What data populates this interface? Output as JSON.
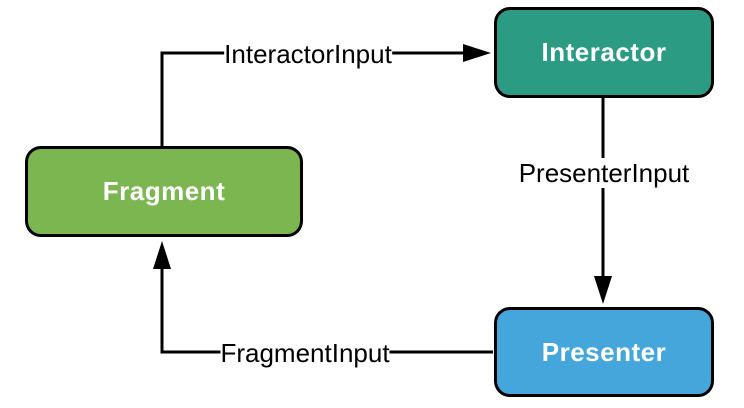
{
  "diagram": {
    "nodes": {
      "fragment": {
        "label": "Fragment",
        "fill": "#7CB650",
        "text_color": "#FFFFFF"
      },
      "interactor": {
        "label": "Interactor",
        "fill": "#2B9B84",
        "text_color": "#FFFFFF"
      },
      "presenter": {
        "label": "Presenter",
        "fill": "#45A6DC",
        "text_color": "#FFFFFF"
      }
    },
    "edges": {
      "fragment_to_interactor": {
        "from": "Fragment",
        "to": "Interactor",
        "label": "InteractorInput"
      },
      "interactor_to_presenter": {
        "from": "Interactor",
        "to": "Presenter",
        "label": "PresenterInput"
      },
      "presenter_to_fragment": {
        "from": "Presenter",
        "to": "Fragment",
        "label": "FragmentInput"
      }
    },
    "colors": {
      "background": "#FFFFFF",
      "line": "#000000",
      "node_border": "#000000"
    }
  }
}
